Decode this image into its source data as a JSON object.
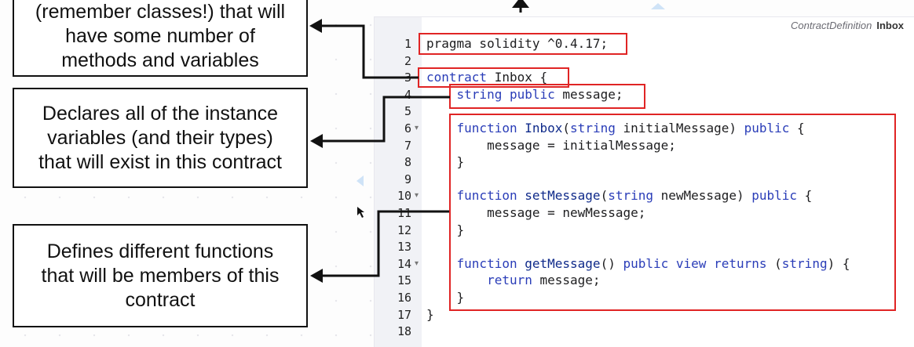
{
  "callouts": [
    {
      "id": "contract",
      "lines": [
        "(remember classes!) that will",
        "have some number of",
        "methods and variables"
      ]
    },
    {
      "id": "variables",
      "lines": [
        "Declares all of the instance",
        "variables (and their types)",
        "that will exist in this contract"
      ]
    },
    {
      "id": "functions",
      "lines": [
        "Defines different functions",
        "that will be members of this",
        "contract"
      ]
    }
  ],
  "editor": {
    "file_name": "ContractDefinition",
    "contract_name": "Inbox",
    "line_numbers": [
      "1",
      "2",
      "3",
      "4",
      "5",
      "6",
      "7",
      "8",
      "9",
      "10",
      "11",
      "12",
      "13",
      "14",
      "15",
      "16",
      "17",
      "18"
    ],
    "lines": [
      [
        {
          "t": "pragma solidity ^0.4.17;",
          "c": ""
        }
      ],
      [],
      [
        {
          "t": "contract",
          "c": "kw"
        },
        {
          "t": " Inbox {",
          "c": ""
        }
      ],
      [
        {
          "t": "    ",
          "c": ""
        },
        {
          "t": "string",
          "c": "kw"
        },
        {
          "t": " ",
          "c": ""
        },
        {
          "t": "public",
          "c": "kw"
        },
        {
          "t": " message;",
          "c": ""
        }
      ],
      [],
      [
        {
          "t": "    ",
          "c": ""
        },
        {
          "t": "function",
          "c": "kw"
        },
        {
          "t": " ",
          "c": ""
        },
        {
          "t": "Inbox",
          "c": "fn"
        },
        {
          "t": "(",
          "c": ""
        },
        {
          "t": "string",
          "c": "kw"
        },
        {
          "t": " initialMessage) ",
          "c": ""
        },
        {
          "t": "public",
          "c": "kw"
        },
        {
          "t": " {",
          "c": ""
        }
      ],
      [
        {
          "t": "        message = initialMessage;",
          "c": ""
        }
      ],
      [
        {
          "t": "    }",
          "c": ""
        }
      ],
      [],
      [
        {
          "t": "    ",
          "c": ""
        },
        {
          "t": "function",
          "c": "kw"
        },
        {
          "t": " ",
          "c": ""
        },
        {
          "t": "setMessage",
          "c": "fn"
        },
        {
          "t": "(",
          "c": ""
        },
        {
          "t": "string",
          "c": "kw"
        },
        {
          "t": " newMessage) ",
          "c": ""
        },
        {
          "t": "public",
          "c": "kw"
        },
        {
          "t": " {",
          "c": ""
        }
      ],
      [
        {
          "t": "        message = newMessage;",
          "c": ""
        }
      ],
      [
        {
          "t": "    }",
          "c": ""
        }
      ],
      [],
      [
        {
          "t": "    ",
          "c": ""
        },
        {
          "t": "function",
          "c": "kw"
        },
        {
          "t": " ",
          "c": ""
        },
        {
          "t": "getMessage",
          "c": "fn"
        },
        {
          "t": "() ",
          "c": ""
        },
        {
          "t": "public",
          "c": "kw"
        },
        {
          "t": " ",
          "c": ""
        },
        {
          "t": "view",
          "c": "kw"
        },
        {
          "t": " ",
          "c": ""
        },
        {
          "t": "returns",
          "c": "kw"
        },
        {
          "t": " (",
          "c": ""
        },
        {
          "t": "string",
          "c": "kw"
        },
        {
          "t": ") {",
          "c": ""
        }
      ],
      [
        {
          "t": "        ",
          "c": ""
        },
        {
          "t": "return",
          "c": "kw"
        },
        {
          "t": " message;",
          "c": ""
        }
      ],
      [
        {
          "t": "    }",
          "c": ""
        }
      ],
      [
        {
          "t": "}",
          "c": ""
        }
      ],
      []
    ],
    "foldable_lines": [
      6,
      10,
      14
    ]
  },
  "colors": {
    "highlight": "#e02424",
    "keyword": "#2a3db8",
    "arrow": "#111111"
  }
}
